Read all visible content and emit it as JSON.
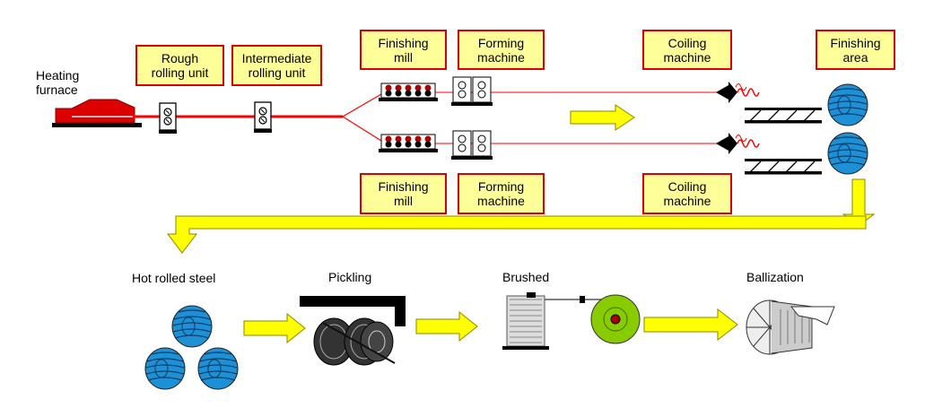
{
  "labels": {
    "heating_furnace": "Heating\nfurnace",
    "rough_rolling": "Rough\nrolling unit",
    "intermediate_rolling": "Intermediate\nrolling unit",
    "finishing_mill_top": "Finishing\nmill",
    "forming_machine_top": "Forming\nmachine",
    "coiling_machine_top": "Coiling\nmachine",
    "finishing_area": "Finishing\narea",
    "finishing_mill_bottom": "Finishing\nmill",
    "forming_machine_bottom": "Forming\nmachine",
    "coiling_machine_bottom": "Coiling\nmachine",
    "hot_rolled_steel": "Hot rolled steel",
    "pickling": "Pickling",
    "brushed": "Brushed",
    "ballization": "Ballization"
  },
  "colors": {
    "label_fill": "#ffff99",
    "label_border": "#dd0000",
    "flow_line": "#ff0000",
    "arrow_fill": "#ffff00",
    "coil_blue": "#1e90d6",
    "brush_green": "#88cc00",
    "furnace_red": "#dd0000"
  }
}
